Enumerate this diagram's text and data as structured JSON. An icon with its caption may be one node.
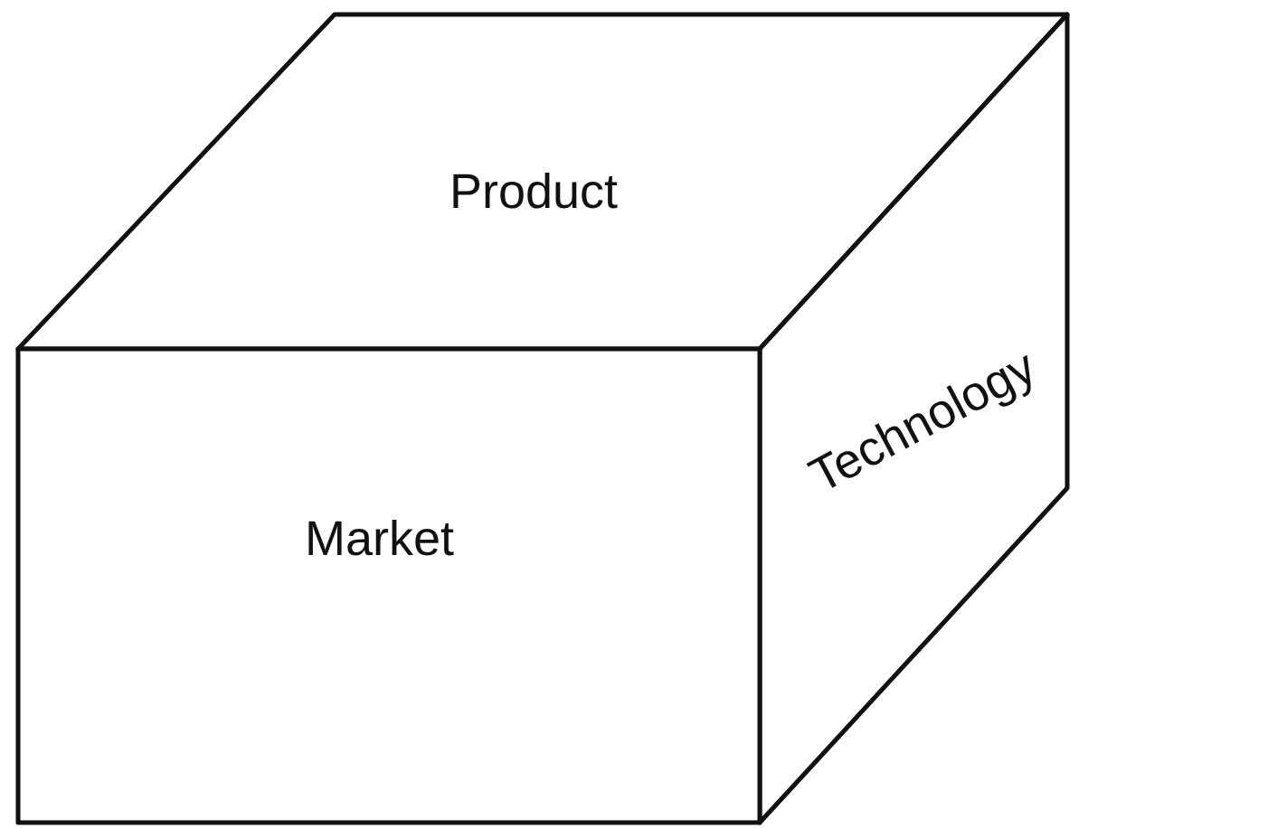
{
  "diagram": {
    "nodes": [
      {
        "text": [
          "Product"
        ]
      },
      {
        "text": [
          "Technology"
        ]
      },
      {
        "text": [
          "Market"
        ]
      }
    ]
  }
}
